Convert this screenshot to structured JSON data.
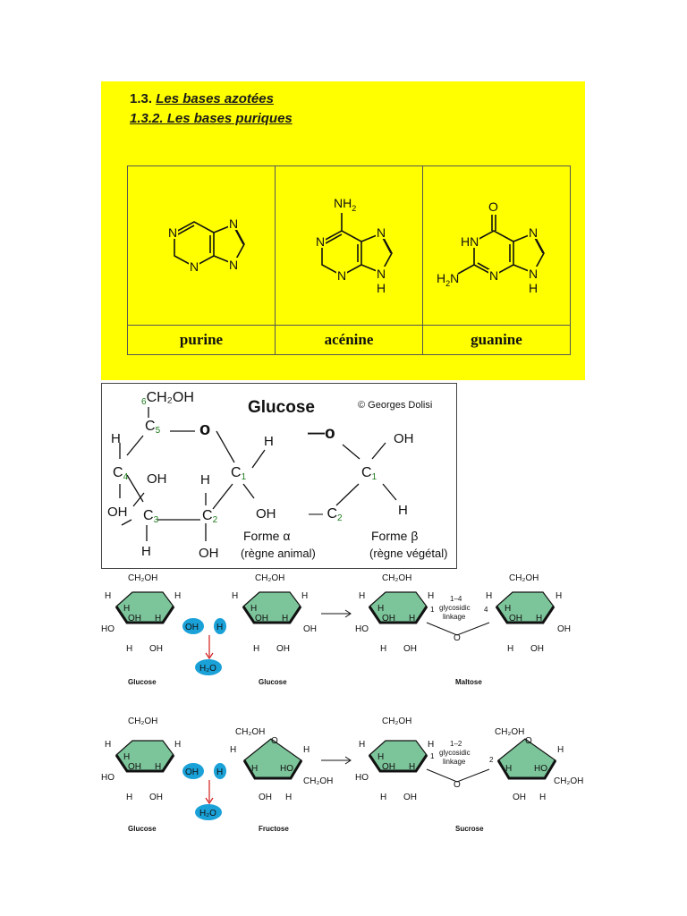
{
  "purines": {
    "heading1_num": "1.3.",
    "heading1_text": "Les bases azotées",
    "heading2_text": "1.3.2. Les bases puriques",
    "molecules": [
      {
        "name": "purine"
      },
      {
        "name": "acénine"
      },
      {
        "name": "guanine"
      }
    ],
    "atoms": {
      "N": "N",
      "H": "H",
      "O": "O",
      "NH2": "NH",
      "sub2": "2",
      "HN": "HN",
      "H2N": "H"
    }
  },
  "glucose": {
    "title": "Glucose",
    "copyright": "© Georges Dolisi",
    "c6": "6",
    "ch2oh": "CH₂OH",
    "c5": "C",
    "c5_num": "5",
    "c4": "C",
    "c4_num": "4",
    "c3": "C",
    "c3_num": "3",
    "c2": "C",
    "c2_num": "2",
    "c1": "C",
    "c1_num": "1",
    "ring_o": "o",
    "h": "H",
    "oh": "OH",
    "dash_o": "—o",
    "dash_c2": "— C",
    "alpha_label": "Forme α",
    "alpha_sub": "(règne animal)",
    "beta_label": "Forme β",
    "beta_sub": "(règne végétal)",
    "colors": {
      "title": "#1d2fc4",
      "numbers": "#1a7a1a",
      "form": "#d11a1a"
    }
  },
  "disaccharides": {
    "ch2oh": "CH₂OH",
    "h": "H",
    "oh": "OH",
    "ho": "HO",
    "o": "O",
    "water": "H₂O",
    "arrow": "→",
    "row1": {
      "names": [
        "Glucose",
        "Glucose",
        "Maltose"
      ],
      "linkage": "1–4",
      "linkage_text1": "glycosidic",
      "linkage_text2": "linkage",
      "num_left": "1",
      "num_right": "4"
    },
    "row2": {
      "names": [
        "Glucose",
        "Fructose",
        "Sucrose"
      ],
      "linkage": "1–2",
      "linkage_text1": "glycosidic",
      "linkage_text2": "linkage",
      "num_left": "1",
      "num_right": "2"
    },
    "colors": {
      "ring": "#7cc49a",
      "water": "#1aa1d8"
    }
  }
}
